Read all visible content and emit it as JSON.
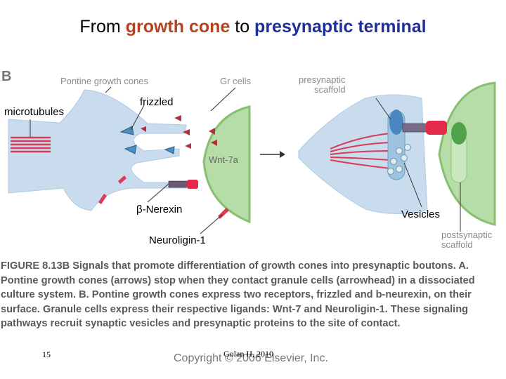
{
  "title": {
    "part1": "From ",
    "part2": "growth cone",
    "part3": " to ",
    "part4": "presynaptic terminal"
  },
  "figure": {
    "panel_letter": "B",
    "pontine_label": "Pontine growth cones",
    "gr_label": "Gr cells",
    "presyn_label_1": "presynaptic",
    "presyn_label_2": "scaffold",
    "wnt_label": "Wnt-7a",
    "postsyn_label_1": "postsynaptic",
    "postsyn_label_2": "scaffold"
  },
  "annotations": {
    "microtubules": "microtubules",
    "frizzled": "frizzled",
    "nerexin": "β-Nerexin",
    "vesicles": "Vesicles",
    "neuroligin": "Neuroligin-1"
  },
  "caption": {
    "head": "FIGURE 8.13B",
    "body": " Signals that promote differentiation of growth cones into presynaptic boutons. A. Pontine growth cones (arrows) stop when they contact granule cells (arrowhead) in a dissociated culture system. B. Pontine growth cones express two receptors, frizzled and b-neurexin, on their surface. Granule cells express their respective ligands: Wnt-7 and Neuroligin-1. These signaling pathways recruit synaptic vesicles and presynaptic proteins to the site of contact."
  },
  "footer": {
    "page_number": "15",
    "citation": "Golan H, 2010",
    "copyright": "Copyright © 2006 Elsevier, Inc."
  },
  "colors": {
    "growth_cone": "#c8dcee",
    "gr_cell": "#a9d59a",
    "microtubule": "#d93a55",
    "title_orange": "#b5431f",
    "title_blue": "#1f2f9a"
  }
}
